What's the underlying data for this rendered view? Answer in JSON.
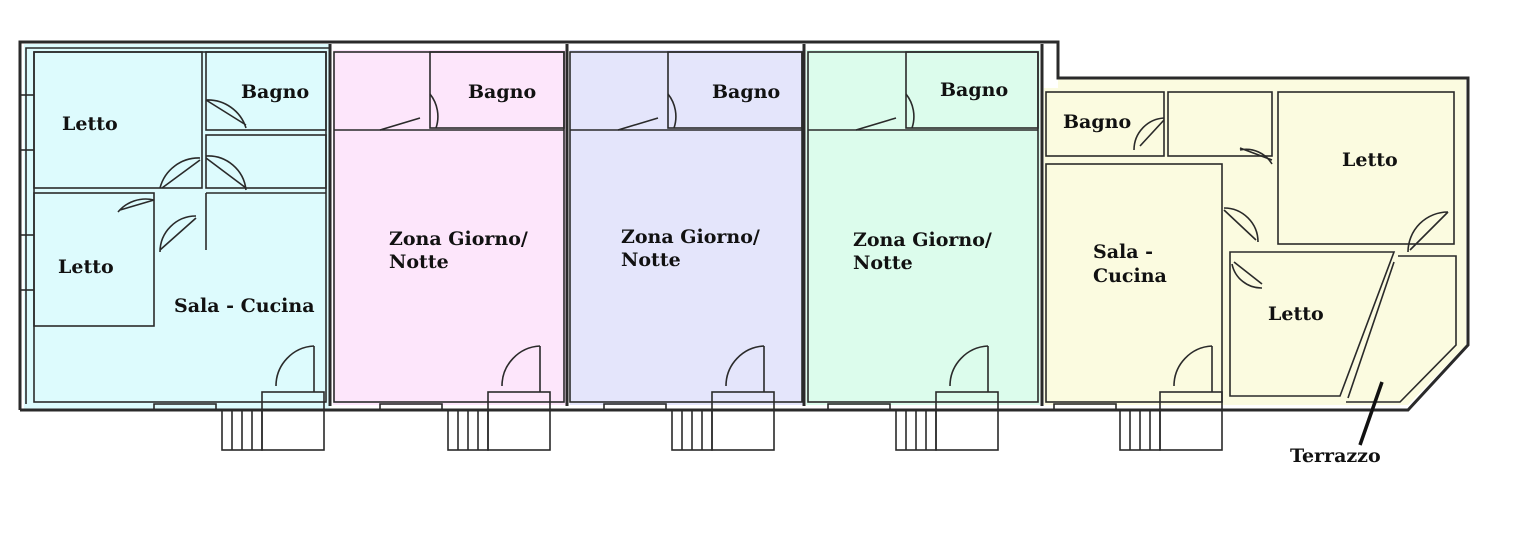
{
  "colors": {
    "unit1": "#ddfbfd",
    "unit2": "#fde6fb",
    "unit3": "#e4e5fb",
    "unit4": "#dcfcec",
    "unit5": "#fbfbe0",
    "wall": "#2a2a2a"
  },
  "labels": {
    "u1_letto_top": "Letto",
    "u1_bagno": "Bagno",
    "u1_letto_bottom": "Letto",
    "u1_sala": "Sala - Cucina",
    "u2_bagno": "Bagno",
    "u2_zona_1": "Zona Giorno/",
    "u2_zona_2": "Notte",
    "u3_bagno": "Bagno",
    "u3_zona_1": "Zona Giorno/",
    "u3_zona_2": "Notte",
    "u4_bagno": "Bagno",
    "u4_zona_1": "Zona Giorno/",
    "u4_zona_2": "Notte",
    "u5_bagno": "Bagno",
    "u5_letto_top": "Letto",
    "u5_sala_1": "Sala -",
    "u5_sala_2": "Cucina",
    "u5_letto_bottom": "Letto",
    "terrazzo": "Terrazzo"
  }
}
